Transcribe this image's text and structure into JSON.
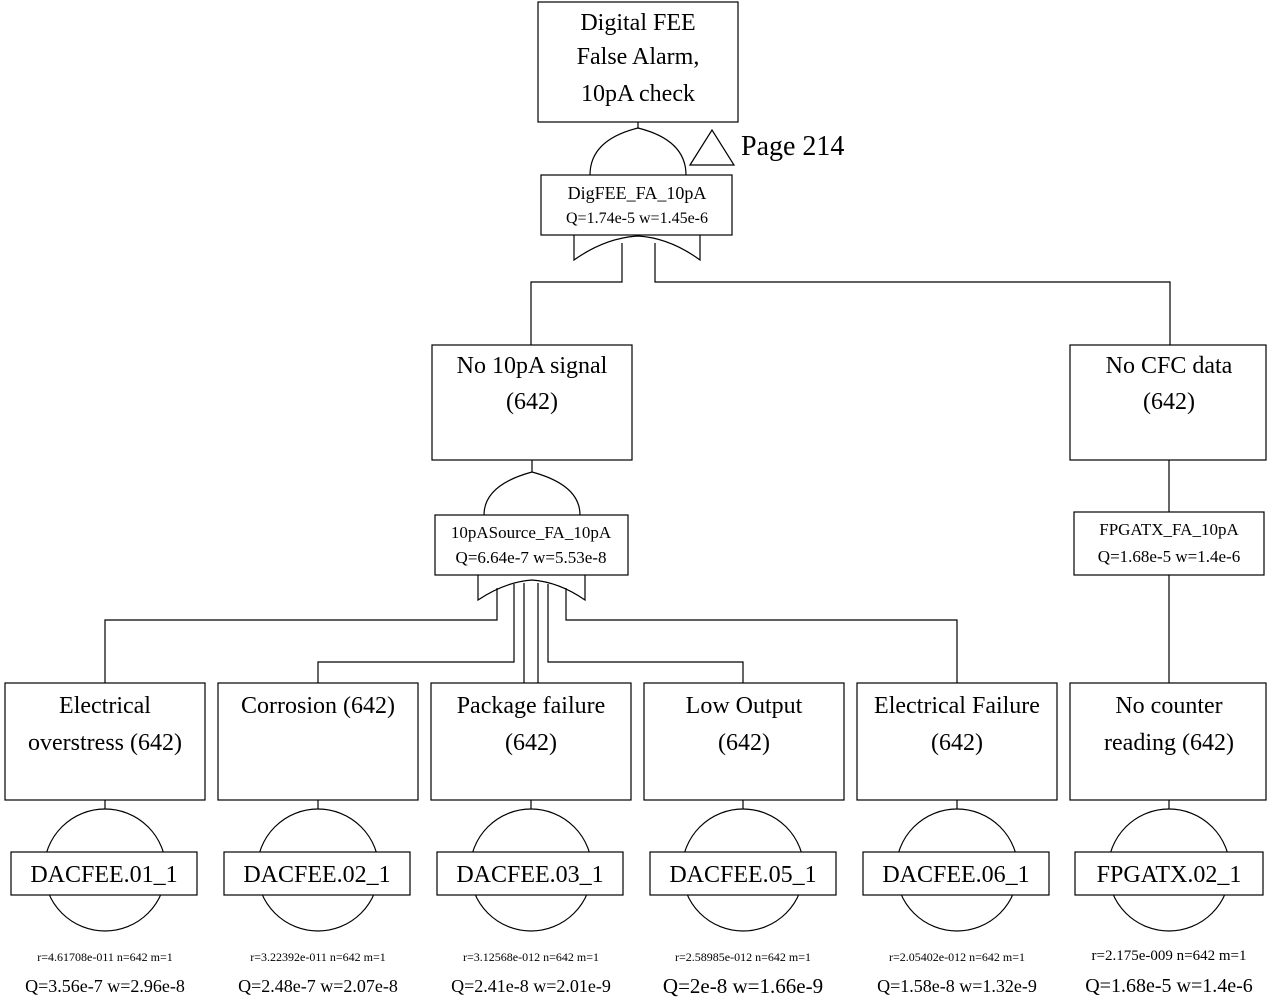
{
  "top_event": {
    "title_lines": [
      "Digital FEE",
      "False Alarm,",
      "10pA check"
    ],
    "transfer_label": "Page 214",
    "gate_id": "DigFEE_FA_10pA",
    "gate_stats": "Q=1.74e-5 w=1.45e-6"
  },
  "intermediate": [
    {
      "title_lines": [
        "No 10pA signal",
        "(642)"
      ],
      "gate_id": "10pASource_FA_10pA",
      "gate_stats": "Q=6.64e-7 w=5.53e-8"
    },
    {
      "title_lines": [
        "No CFC data",
        "(642)"
      ],
      "gate_id": "FPGATX_FA_10pA",
      "gate_stats": "Q=1.68e-5 w=1.4e-6"
    }
  ],
  "basic_events": [
    {
      "title_lines": [
        "Electrical",
        "overstress (642)"
      ],
      "event_id": "DACFEE.01_1",
      "rate_line": "r=4.61708e-011 n=642 m=1",
      "stats_line": "Q=3.56e-7 w=2.96e-8"
    },
    {
      "title_lines": [
        "Corrosion (642)"
      ],
      "event_id": "DACFEE.02_1",
      "rate_line": "r=3.22392e-011 n=642 m=1",
      "stats_line": "Q=2.48e-7 w=2.07e-8"
    },
    {
      "title_lines": [
        "Package failure",
        "(642)"
      ],
      "event_id": "DACFEE.03_1",
      "rate_line": "r=3.12568e-012 n=642 m=1",
      "stats_line": "Q=2.41e-8 w=2.01e-9"
    },
    {
      "title_lines": [
        "Low Output",
        "(642)"
      ],
      "event_id": "DACFEE.05_1",
      "rate_line": "r=2.58985e-012 n=642 m=1",
      "stats_line": "Q=2e-8 w=1.66e-9"
    },
    {
      "title_lines": [
        "Electrical Failure",
        "(642)"
      ],
      "event_id": "DACFEE.06_1",
      "rate_line": "r=2.05402e-012 n=642 m=1",
      "stats_line": "Q=1.58e-8 w=1.32e-9"
    },
    {
      "title_lines": [
        "No counter",
        "reading (642)"
      ],
      "event_id": "FPGATX.02_1",
      "rate_line": "r=2.175e-009 n=642 m=1",
      "stats_line": "Q=1.68e-5 w=1.4e-6"
    }
  ]
}
